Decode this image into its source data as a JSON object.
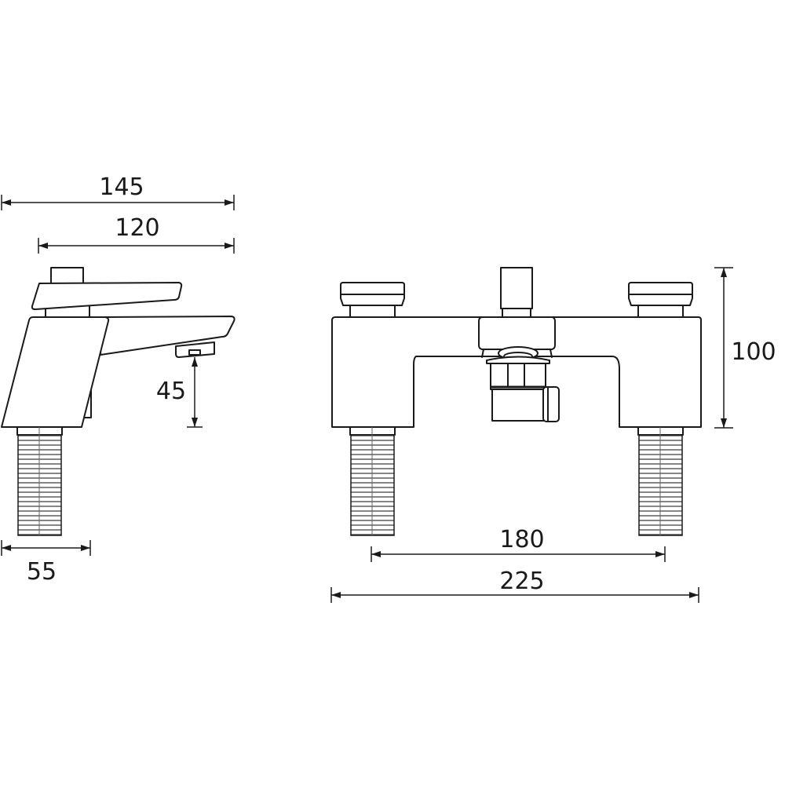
{
  "diagram": {
    "type": "technical-dimension-drawing",
    "subject": "deck-mounted bath shower mixer tap",
    "views": {
      "side": {
        "dimensions": {
          "overall_depth": "145",
          "spout_reach": "120",
          "spout_height": "45",
          "body_depth": "55"
        }
      },
      "front": {
        "dimensions": {
          "overall_height": "100",
          "tap_centres": "180",
          "overall_width": "225"
        }
      }
    },
    "colors": {
      "line": "#1a1a1a",
      "background": "#ffffff"
    }
  }
}
